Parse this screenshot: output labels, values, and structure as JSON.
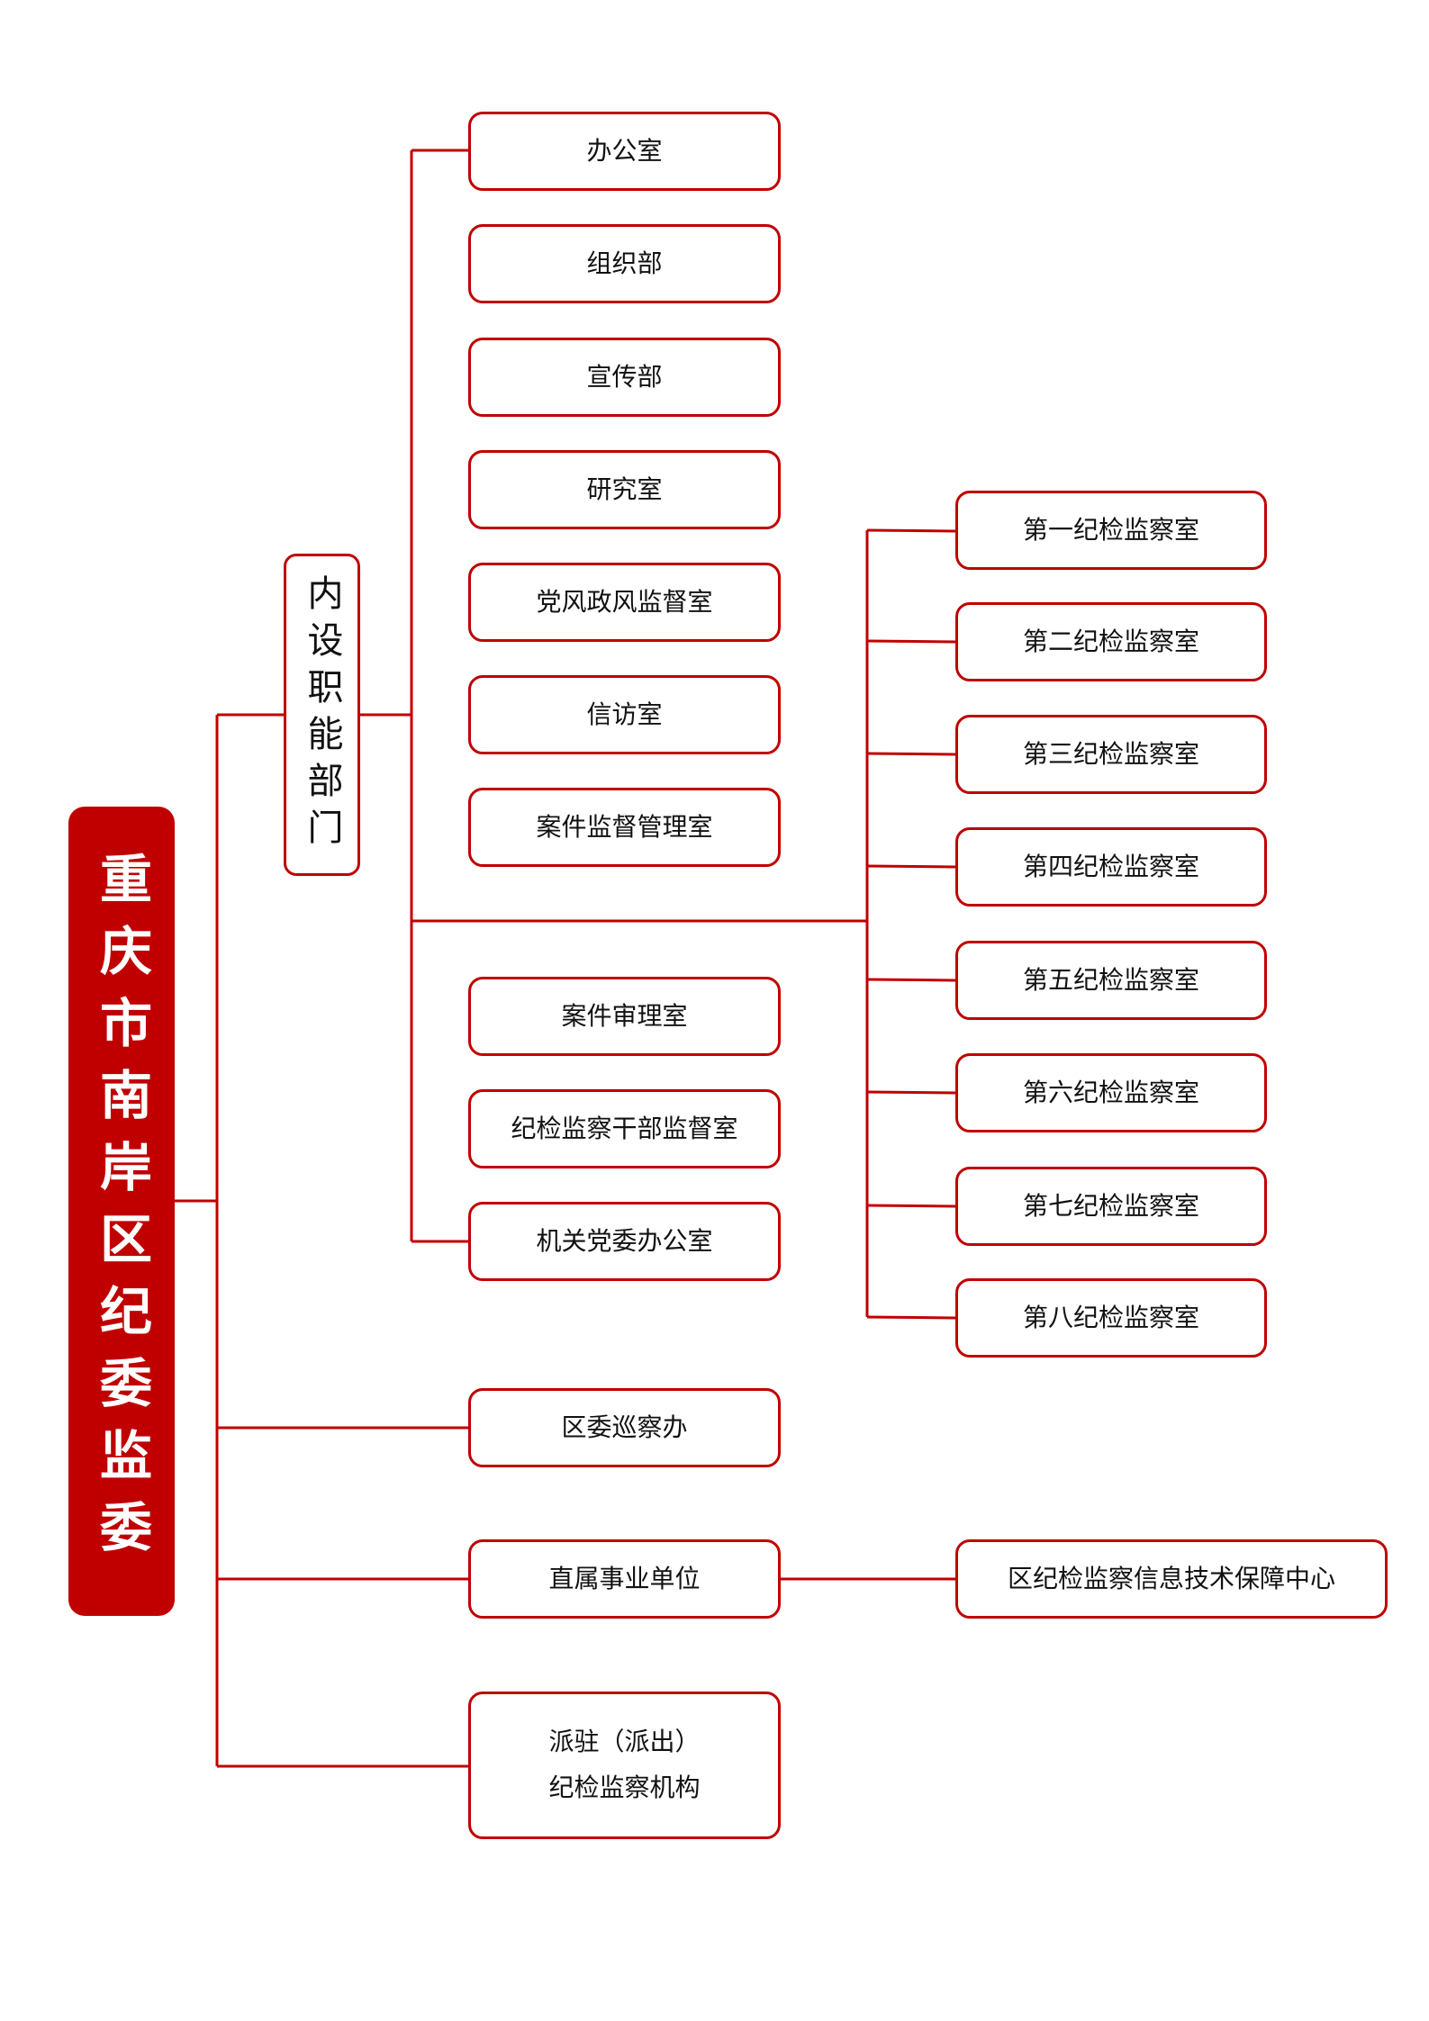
{
  "root": {
    "label": "重庆市南岸区纪委监委"
  },
  "internal": {
    "label": "内设职能部门",
    "departments": [
      "办公室",
      "组织部",
      "宣传部",
      "研究室",
      "党风政风监督室",
      "信访室",
      "案件监督管理室",
      "案件审理室",
      "纪检监察干部监督室",
      "机关党委办公室"
    ],
    "inspection_rooms": [
      "第一纪检监察室",
      "第二纪检监察室",
      "第三纪检监察室",
      "第四纪检监察室",
      "第五纪检监察室",
      "第六纪检监察室",
      "第七纪检监察室",
      "第八纪检监察室"
    ]
  },
  "others": {
    "patrol": "区委巡察办",
    "institutions": "直属事业单位",
    "institution_child": "区纪检监察信息技术保障中心",
    "dispatched_line1": "派驻（派出）",
    "dispatched_line2": "纪检监察机构"
  },
  "colors": {
    "accent": "#c00000"
  }
}
